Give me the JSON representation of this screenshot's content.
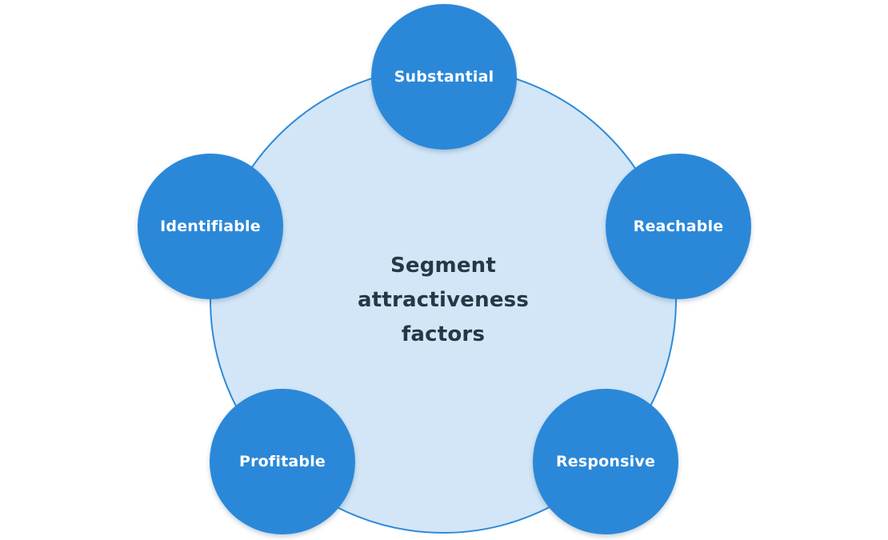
{
  "diagram": {
    "center_title": "Segment\nattractiveness\nfactors",
    "factors": [
      {
        "label": "Substantial"
      },
      {
        "label": "Reachable"
      },
      {
        "label": "Responsive"
      },
      {
        "label": "Profitable"
      },
      {
        "label": "Identifiable"
      }
    ],
    "colors": {
      "outer_fill": "#d3e6f7",
      "outer_stroke": "#2d8ad9",
      "node_fill": "#2b88d8",
      "node_text": "#ffffff",
      "center_text": "#263746"
    }
  }
}
